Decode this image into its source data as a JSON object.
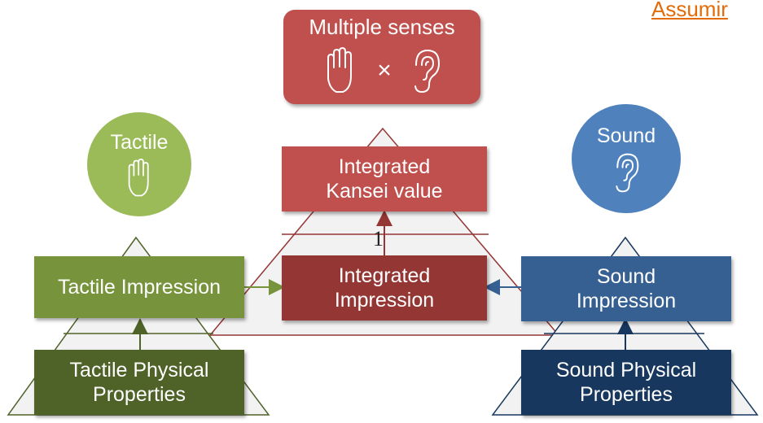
{
  "header": {
    "link_text": "Assumir"
  },
  "multiple_senses": {
    "title": "Multiple senses",
    "operator": "×"
  },
  "tactile_circle": {
    "label": "Tactile"
  },
  "sound_circle": {
    "label": "Sound"
  },
  "integrated_kansei": {
    "line1": "Integrated",
    "line2": "Kansei value"
  },
  "integrated_impression": {
    "line1": "Integrated",
    "line2": "Impression"
  },
  "tactile_impression": {
    "label": "Tactile Impression"
  },
  "sound_impression": {
    "line1": "Sound",
    "line2": "Impression"
  },
  "tactile_physical": {
    "line1": "Tactile Physical",
    "line2": "Properties"
  },
  "sound_physical": {
    "line1": "Sound Physical",
    "line2": "Properties"
  },
  "arrow_label": "1",
  "colors": {
    "red_top": "#c0504d",
    "red_kansei": "#c0504d",
    "red_impression": "#943634",
    "green_circle": "#9bbb59",
    "green_impression": "#77933c",
    "green_physical": "#4f6228",
    "blue_circle": "#4f81bd",
    "blue_impression": "#366092",
    "blue_physical": "#17375e",
    "link_orange": "#e36c09"
  }
}
